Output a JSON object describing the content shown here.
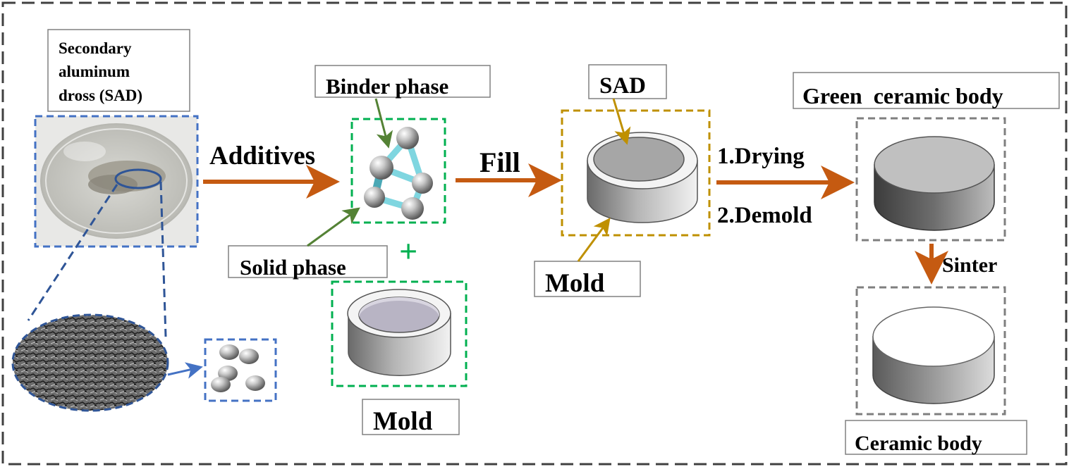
{
  "labels": {
    "sad_source": [
      "Secondary",
      "aluminum",
      "dross (SAD)"
    ],
    "binder_phase": "Binder phase",
    "solid_phase": "Solid phase",
    "plus": "+",
    "mold_left": "Mold",
    "additives": "Additives",
    "fill": "Fill",
    "sad": "SAD",
    "mold_center": "Mold",
    "drying": "1.Drying",
    "demold": "2.Demold",
    "green_body": "Green  ceramic body",
    "sinter": "Sinter",
    "ceramic_body": "Ceramic body"
  },
  "colors": {
    "process_arrow": "#c55a11",
    "blue_frame": "#4472c4",
    "green_frame": "#00b050",
    "gold_frame": "#bf9000",
    "gray_frame": "#7f7f7f",
    "leader_green": "#548235"
  },
  "icons": [
    "petri-dish-photo",
    "sem-micrograph",
    "particle-cluster",
    "molecule-model",
    "ring-mold",
    "filled-mold",
    "green-body-cylinder",
    "sintered-cylinder"
  ]
}
